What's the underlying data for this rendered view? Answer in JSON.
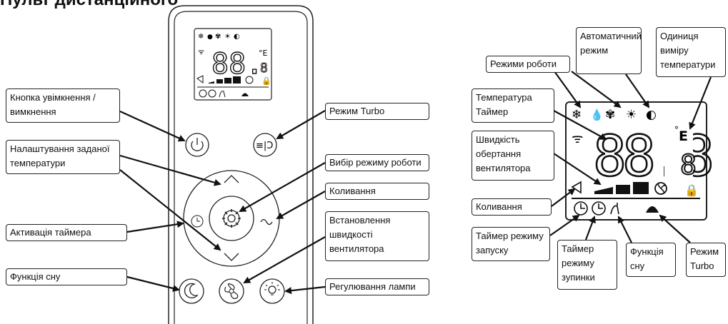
{
  "title": "Пульт дистанційного",
  "remote_labels": {
    "power": "Кнопка увімкнення / вимкнення",
    "set_temp": "Налаштування заданої температури",
    "timer": "Активація таймера",
    "sleep": "Функція сну",
    "turbo": "Режим Turbo",
    "mode": "Вибір режиму роботи",
    "swing": "Коливання",
    "fan_speed": "Встановлення швидкості вентилятора",
    "lamp": "Регулювання лампи"
  },
  "display_labels": {
    "modes": "Режими роботи",
    "auto": "Автоматичний режим",
    "unit": "Одиниця виміру температури",
    "temp_timer": "Температура Таймер",
    "fan_speed": "Швидкість обертання вентилятора",
    "swing": "Коливання",
    "timer_on": "Таймер режиму запуску",
    "timer_off": "Таймер режиму зупинки",
    "sleep": "Функція сну",
    "turbo": "Режим Turbo"
  },
  "lcd": {
    "digits": "88.8",
    "unit_char": "E",
    "small_digit": "8"
  }
}
